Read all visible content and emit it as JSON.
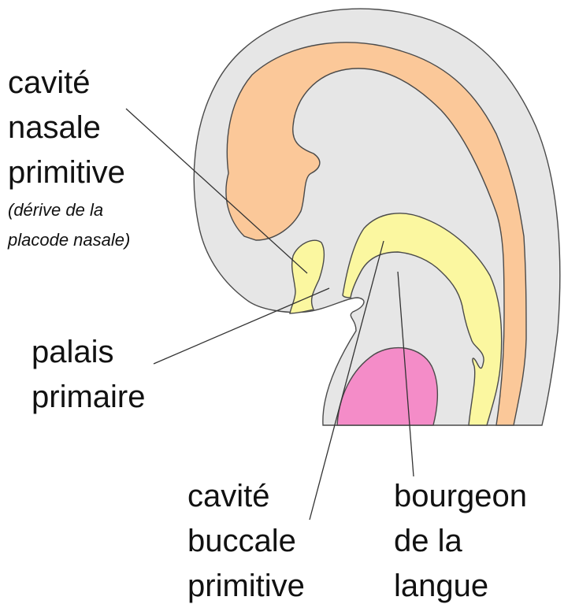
{
  "colors": {
    "head": "#e6e6e6",
    "brain": "#fbc899",
    "epithelium": "#fbf7a0",
    "tongue": "#f48cc8",
    "outline": "#4a4a4a",
    "text": "#111111"
  },
  "labels": {
    "nasal_cavity": [
      "cavité",
      "nasale",
      "primitive"
    ],
    "nasal_note": [
      "(dérive de la",
      "placode nasale)"
    ],
    "primary_palate": [
      "palais",
      "primaire"
    ],
    "oral_cavity": [
      "cavité",
      "buccale",
      "primitive"
    ],
    "tongue_bud": [
      "bourgeon",
      "de la",
      "langue"
    ]
  }
}
